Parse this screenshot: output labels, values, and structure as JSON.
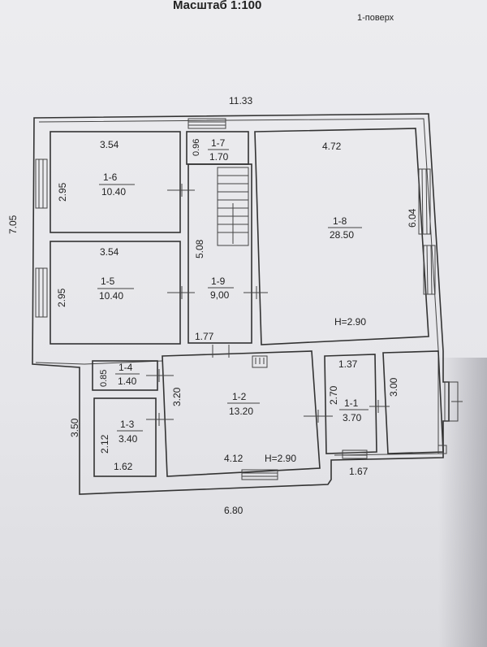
{
  "header": {
    "scale": "Масштаб 1:100",
    "floor": "1-поверх"
  },
  "overall": {
    "width_top": "11.33",
    "height_left": "7.05",
    "lower_left": "3.50",
    "width_bottom": "6.80"
  },
  "rooms": {
    "r16": {
      "id": "1-6",
      "area": "10.40",
      "width": "3.54",
      "depth": "2.95"
    },
    "r15": {
      "id": "1-5",
      "area": "10.40",
      "width": "3.54",
      "depth": "2.95"
    },
    "r17": {
      "id": "1-7",
      "area": "1.70",
      "depth": "0.96"
    },
    "r18": {
      "id": "1-8",
      "area": "28.50",
      "width": "4.72",
      "depth": "6.04",
      "height": "H=2.90"
    },
    "r19": {
      "id": "1-9",
      "area": "9,00",
      "depth": "5.08",
      "width": "1.77"
    },
    "r14": {
      "id": "1-4",
      "area": "1.40",
      "depth": "0.85"
    },
    "r13": {
      "id": "1-3",
      "area": "3.40",
      "depth": "2.12",
      "width": "1.62"
    },
    "r12": {
      "id": "1-2",
      "area": "13.20",
      "depth": "3.20",
      "width": "4.12",
      "height": "H=2.90"
    },
    "r11": {
      "id": "1-1",
      "area": "3.70",
      "width": "1.37",
      "depth": "2.70",
      "depth2": "3.00",
      "width2": "1.67"
    }
  }
}
